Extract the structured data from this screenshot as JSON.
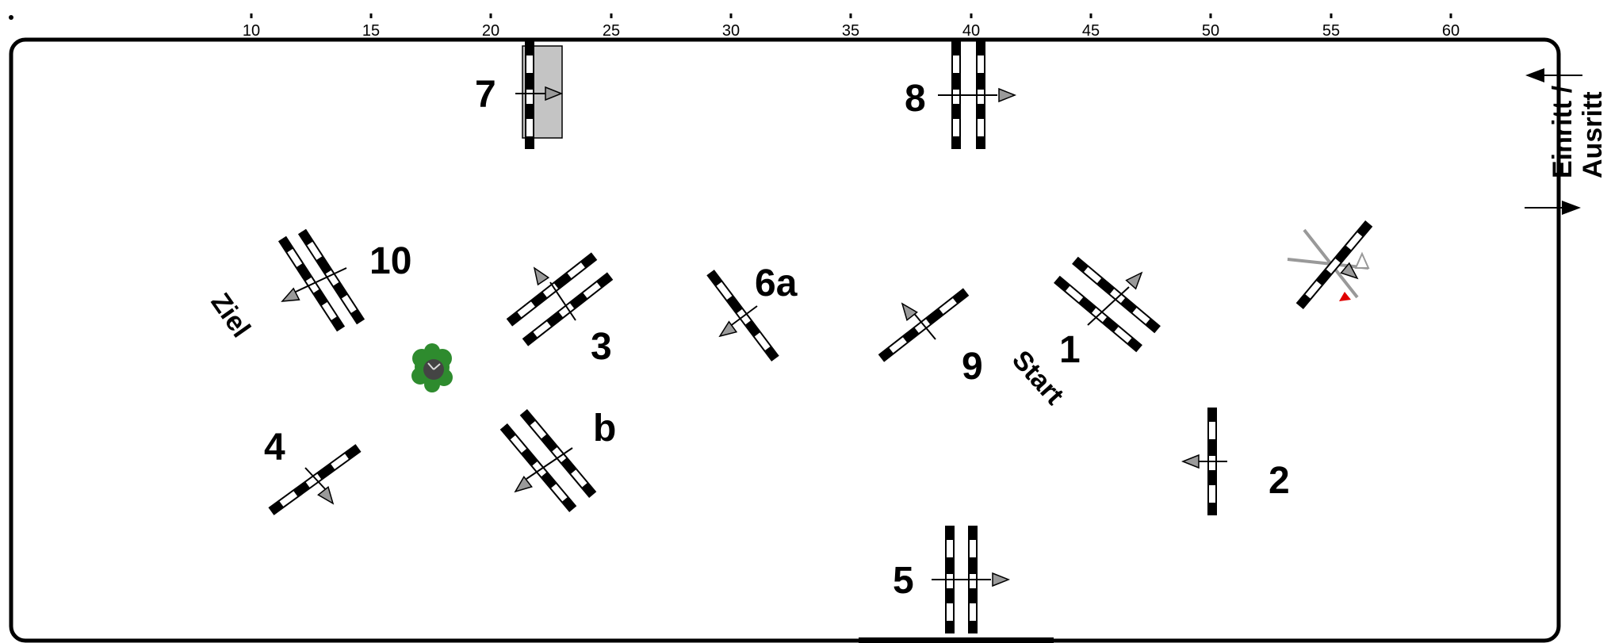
{
  "ruler": {
    "ticks": [
      "10",
      "15",
      "20",
      "25",
      "30",
      "35",
      "40",
      "45",
      "50",
      "55",
      "60"
    ]
  },
  "obstacles": {
    "o1": "1",
    "o2": "2",
    "o3": "3",
    "o4": "4",
    "o5": "5",
    "o6a": "6a",
    "o7": "7",
    "o8": "8",
    "o9": "9",
    "o10": "10",
    "ob": "b"
  },
  "labels": {
    "start": "Start",
    "finish": "Ziel",
    "entry_exit_line1": "Einritt /",
    "entry_exit_line2": "Ausritt"
  },
  "colors": {
    "pole_dark": "#000000",
    "pole_light": "#ffffff",
    "arrow": "#999999",
    "tree": "#2e8b2e",
    "start_flag": "#e00000"
  }
}
